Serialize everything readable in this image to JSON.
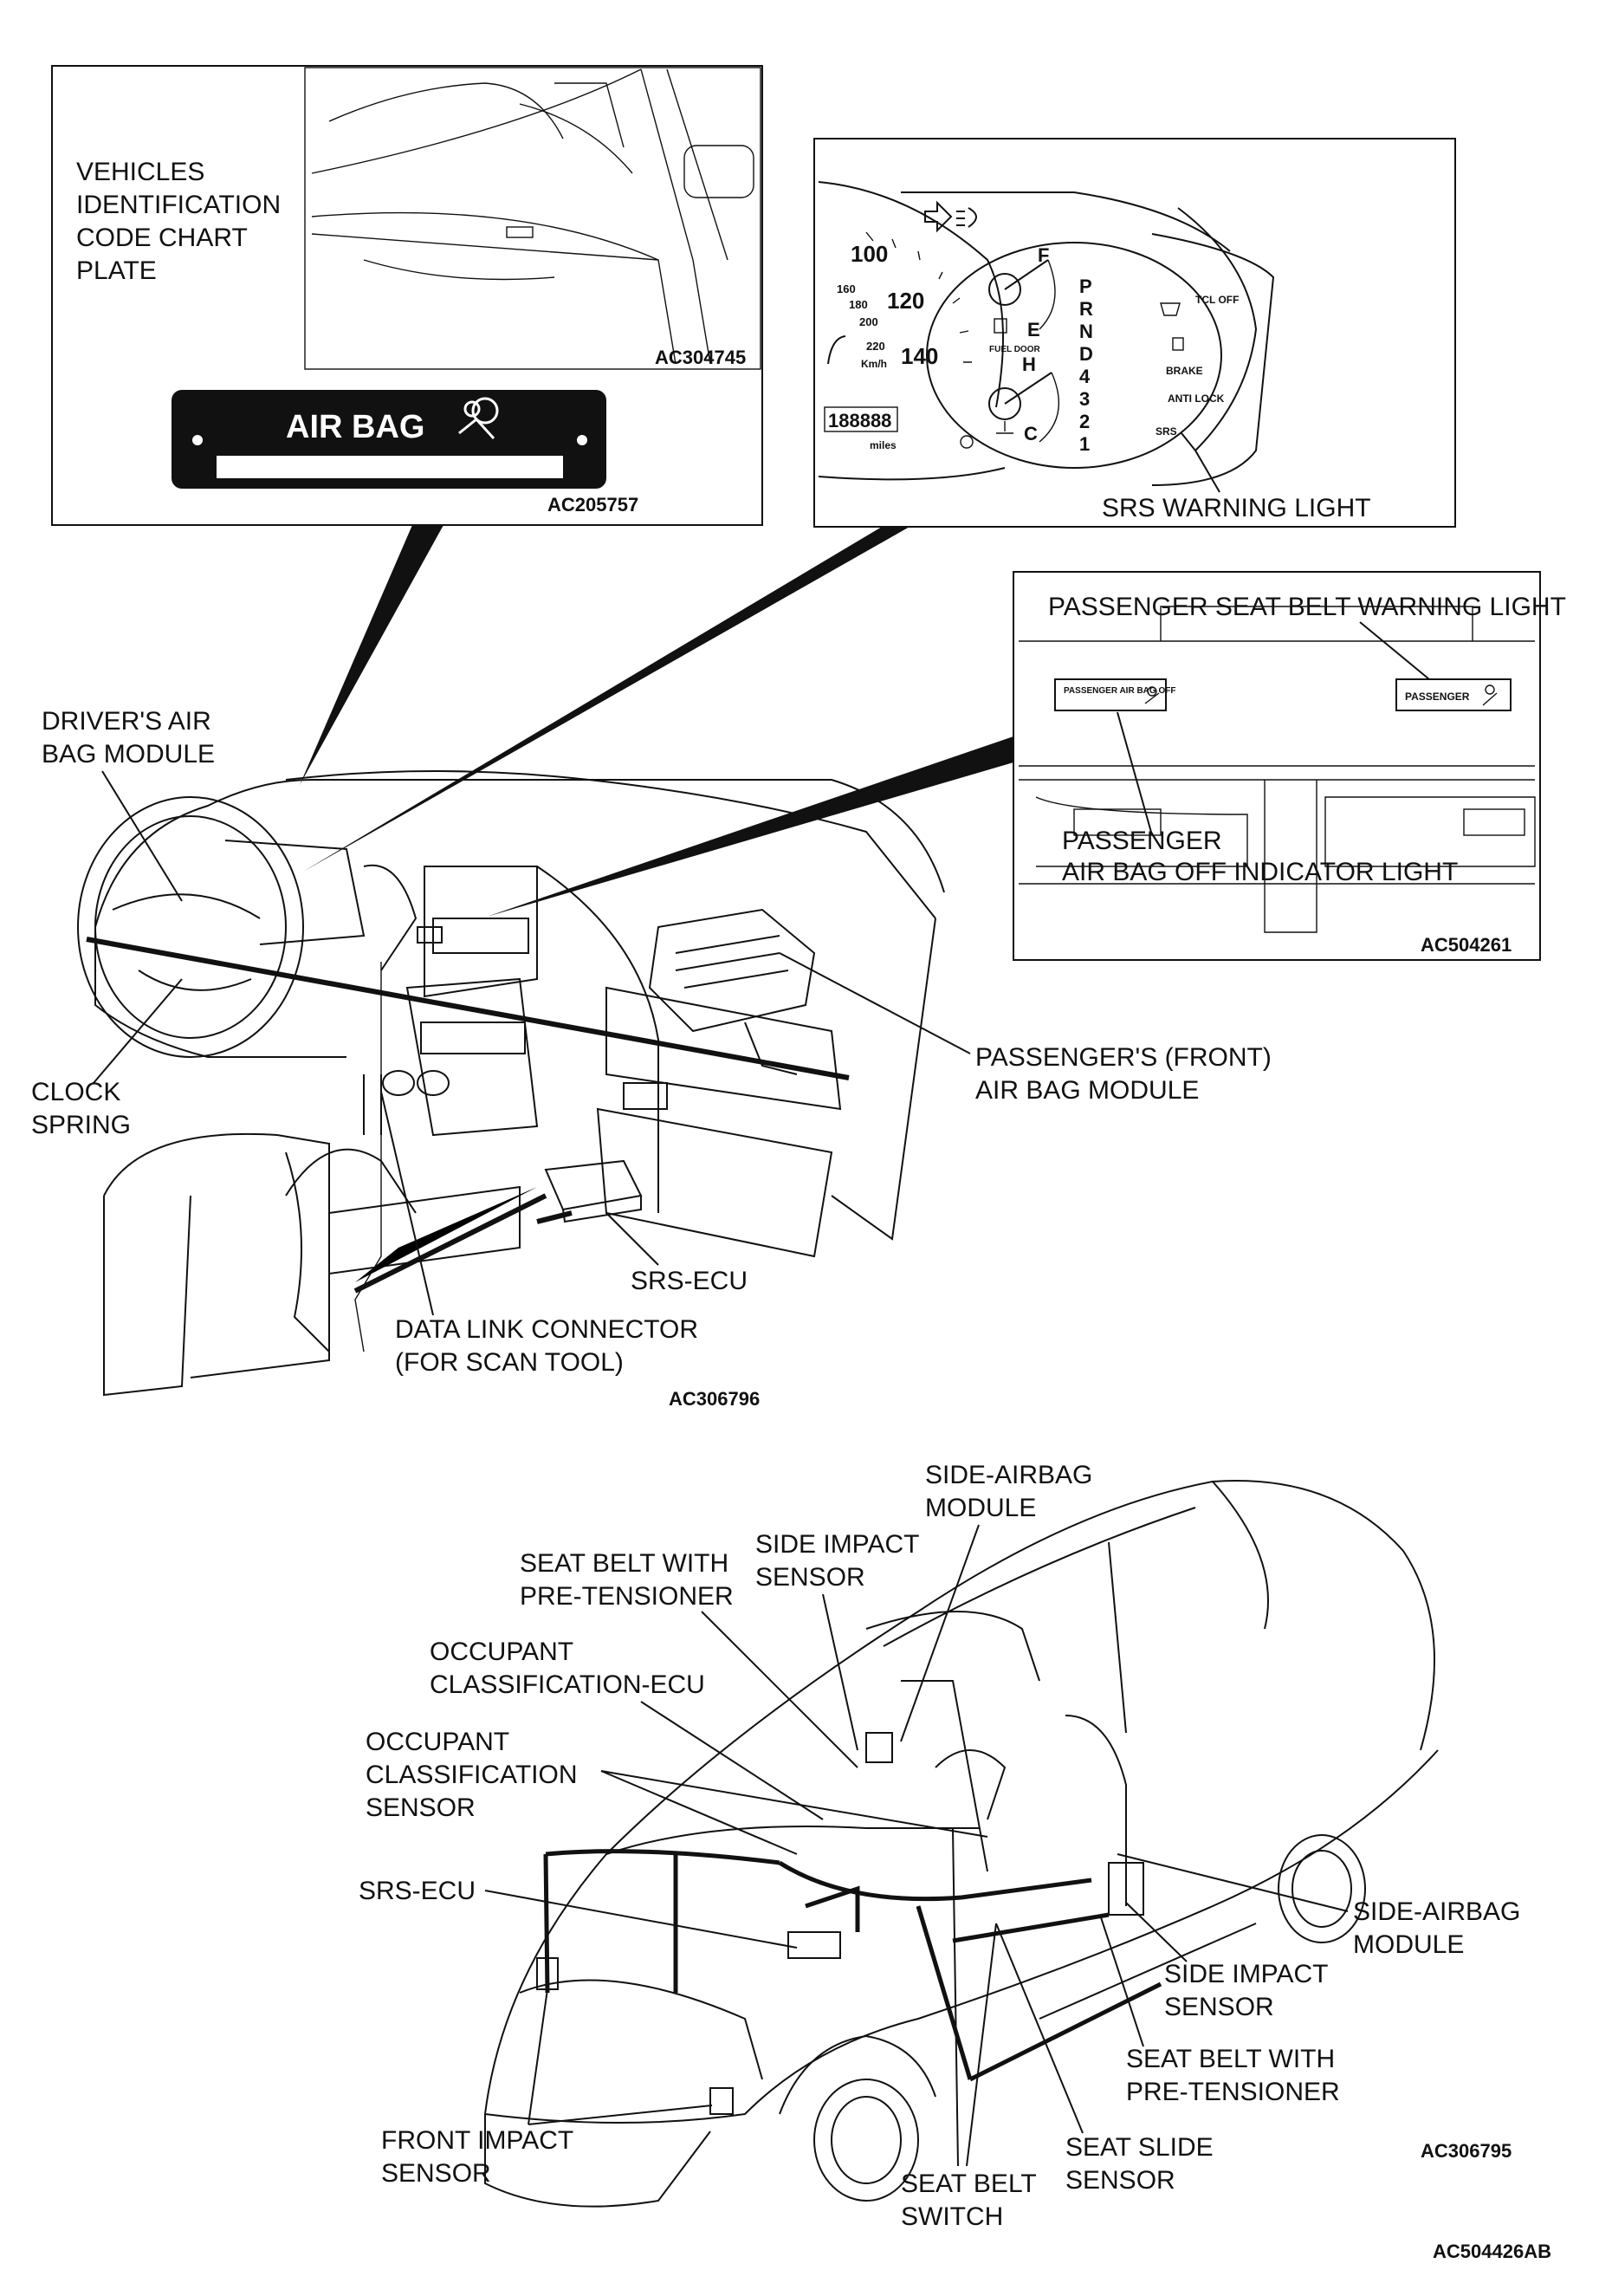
{
  "insets": {
    "vin_plate": {
      "label_lines": [
        "VEHICLES",
        "IDENTIFICATION",
        "CODE CHART",
        "PLATE"
      ],
      "photo_code": "AC304745",
      "plate_text": "AIR BAG",
      "code": "AC205757"
    },
    "cluster": {
      "speed_marks": [
        "100",
        "120",
        "140"
      ],
      "small_marks": [
        "160",
        "180",
        "200",
        "220"
      ],
      "unit": "Km/h",
      "odometer": "188888",
      "odo_unit": "miles",
      "fuel_marks": [
        "F",
        "E"
      ],
      "temp_marks": [
        "H",
        "C"
      ],
      "fuel_door": "FUEL DOOR",
      "gears": [
        "P",
        "R",
        "N",
        "D",
        "4",
        "3",
        "2",
        "1"
      ],
      "tcl": "TCL OFF",
      "brake": "BRAKE",
      "anti_lock": "ANTI LOCK",
      "srs": "SRS",
      "label": "SRS WARNING LIGHT"
    },
    "passenger_panel": {
      "label_top": "PASSENGER SEAT BELT WARNING LIGHT",
      "switch_left": "PASSENGER AIR BAG OFF",
      "switch_right": "PASSENGER",
      "label_bottom_lines": [
        "PASSENGER",
        "AIR BAG OFF INDICATOR LIGHT"
      ],
      "code": "AC504261"
    }
  },
  "dash": {
    "labels": {
      "driver_airbag": [
        "DRIVER'S AIR",
        "BAG MODULE"
      ],
      "clock_spring": [
        "CLOCK",
        "SPRING"
      ],
      "passenger_airbag": [
        "PASSENGER'S (FRONT)",
        "AIR BAG MODULE"
      ],
      "srs_ecu": "SRS-ECU",
      "data_link": [
        "DATA LINK CONNECTOR",
        "(FOR SCAN TOOL)"
      ]
    },
    "code": "AC306796"
  },
  "car": {
    "labels": {
      "side_airbag_top": [
        "SIDE-AIRBAG",
        "MODULE"
      ],
      "side_impact_top": [
        "SIDE IMPACT",
        "SENSOR"
      ],
      "seat_belt_pre_top": [
        "SEAT BELT WITH",
        "PRE-TENSIONER"
      ],
      "occ_ecu": [
        "OCCUPANT",
        "CLASSIFICATION-ECU"
      ],
      "occ_sensor": [
        "OCCUPANT",
        "CLASSIFICATION",
        "SENSOR"
      ],
      "srs_ecu": "SRS-ECU",
      "side_airbag_right": [
        "SIDE-AIRBAG",
        "MODULE"
      ],
      "side_impact_right": [
        "SIDE IMPACT",
        "SENSOR"
      ],
      "seat_belt_pre_right": [
        "SEAT BELT WITH",
        "PRE-TENSIONER"
      ],
      "front_impact": [
        "FRONT IMPACT",
        "SENSOR"
      ],
      "seat_slide": [
        "SEAT SLIDE",
        "SENSOR"
      ],
      "seat_belt_switch": [
        "SEAT BELT",
        "SWITCH"
      ]
    },
    "code": "AC306795"
  },
  "figure_code": "AC504426AB"
}
